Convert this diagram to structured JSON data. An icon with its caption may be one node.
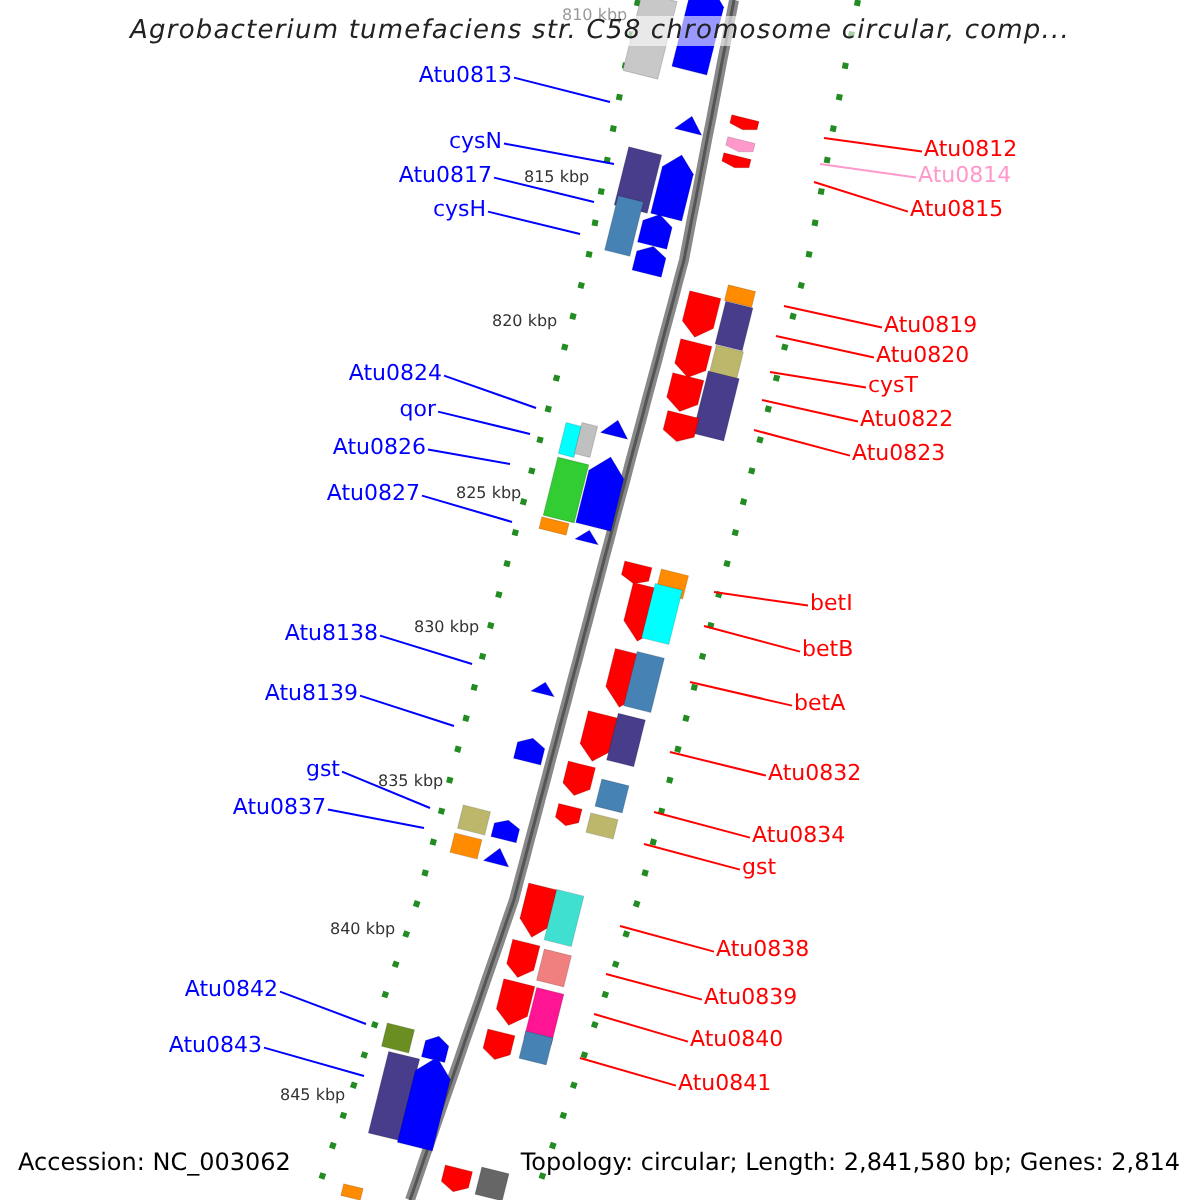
{
  "diagram": {
    "title": "Agrobacterium tumefaciens str. C58 chromosome circular, comp...",
    "nodes": [
      {
        "text": [
          "Atu0813"
        ]
      },
      {
        "text": [
          "cysN"
        ]
      },
      {
        "text": [
          "Atu0812"
        ]
      },
      {
        "text": [
          "Atu0817"
        ]
      },
      {
        "text": [
          "Atu0814"
        ]
      },
      {
        "text": [
          "cysH"
        ]
      },
      {
        "text": [
          "Atu0815"
        ]
      },
      {
        "text": [
          "Atu0819"
        ]
      },
      {
        "text": [
          "Atu0820"
        ]
      },
      {
        "text": [
          "Atu0824"
        ]
      },
      {
        "text": [
          "cysT"
        ]
      },
      {
        "text": [
          "qor"
        ]
      },
      {
        "text": [
          "Atu0822"
        ]
      },
      {
        "text": [
          "Atu0826"
        ]
      },
      {
        "text": [
          "Atu0823"
        ]
      },
      {
        "text": [
          "Atu0827"
        ]
      },
      {
        "text": [
          "betI"
        ]
      },
      {
        "text": [
          "Atu8138"
        ]
      },
      {
        "text": [
          "betB"
        ]
      },
      {
        "text": [
          "Atu8139"
        ]
      },
      {
        "text": [
          "betA"
        ]
      },
      {
        "text": [
          "gst"
        ]
      },
      {
        "text": [
          "Atu0832"
        ]
      },
      {
        "text": [
          "Atu0837"
        ]
      },
      {
        "text": [
          "Atu0834"
        ]
      },
      {
        "text": [
          "gst"
        ]
      },
      {
        "text": [
          "Atu0838"
        ]
      },
      {
        "text": [
          "Atu0842"
        ]
      },
      {
        "text": [
          "Atu0839"
        ]
      },
      {
        "text": [
          "Atu0840"
        ]
      },
      {
        "text": [
          "Atu0843"
        ]
      },
      {
        "text": [
          "Atu0841"
        ]
      }
    ],
    "edges": [
      {
        "from": 0,
        "to": null,
        "arrow": "none",
        "color": "#0000ff"
      },
      {
        "from": 1,
        "to": null,
        "arrow": "none",
        "color": "#0000ff"
      },
      {
        "from": 2,
        "to": null,
        "arrow": "none"
      },
      {
        "from": 3,
        "to": null,
        "arrow": "none",
        "color": "#0000ff"
      },
      {
        "from": 4,
        "to": null,
        "arrow": "none",
        "color": "#ff99cc"
      },
      {
        "from": 5,
        "to": null,
        "arrow": "none",
        "color": "#0000ff"
      },
      {
        "from": 6,
        "to": null,
        "arrow": "none"
      },
      {
        "from": 7,
        "to": null,
        "arrow": "none"
      },
      {
        "from": 8,
        "to": null,
        "arrow": "none"
      },
      {
        "from": 9,
        "to": null,
        "arrow": "none",
        "color": "#0000ff"
      },
      {
        "from": 10,
        "to": null,
        "arrow": "none"
      },
      {
        "from": 11,
        "to": null,
        "arrow": "none",
        "color": "#0000ff"
      },
      {
        "from": 12,
        "to": null,
        "arrow": "none"
      },
      {
        "from": 13,
        "to": null,
        "arrow": "none",
        "color": "#0000ff"
      },
      {
        "from": 14,
        "to": null,
        "arrow": "none"
      },
      {
        "from": 15,
        "to": null,
        "arrow": "none",
        "color": "#0000ff"
      },
      {
        "from": 16,
        "to": null,
        "arrow": "none"
      },
      {
        "from": 17,
        "to": null,
        "arrow": "none",
        "color": "#0000ff"
      },
      {
        "from": 18,
        "to": null,
        "arrow": "none"
      },
      {
        "from": 19,
        "to": null,
        "arrow": "none",
        "color": "#0000ff"
      },
      {
        "from": 20,
        "to": null,
        "arrow": "none"
      },
      {
        "from": 21,
        "to": null,
        "arrow": "none",
        "color": "#0000ff"
      },
      {
        "from": 22,
        "to": null,
        "arrow": "none"
      },
      {
        "from": 23,
        "to": null,
        "arrow": "none",
        "color": "#0000ff"
      },
      {
        "from": 24,
        "to": null,
        "arrow": "none"
      },
      {
        "from": 25,
        "to": null,
        "arrow": "none"
      },
      {
        "from": 26,
        "to": null,
        "arrow": "none"
      },
      {
        "from": 27,
        "to": null,
        "arrow": "none",
        "color": "#0000ff"
      },
      {
        "from": 28,
        "to": null,
        "arrow": "none"
      },
      {
        "from": 29,
        "to": null,
        "arrow": "none"
      },
      {
        "from": 30,
        "to": null,
        "arrow": "none",
        "color": "#0000ff"
      },
      {
        "from": 31,
        "to": null,
        "arrow": "none"
      }
    ],
    "labels": [
      "810 kbp",
      "815 kbp",
      "820 kbp",
      "825 kbp",
      "830 kbp",
      "835 kbp",
      "840 kbp",
      "845 kbp",
      "Accession: NC_003062",
      "Topology: circular; Length: 2,841,580 bp; Genes: 2,814"
    ]
  }
}
